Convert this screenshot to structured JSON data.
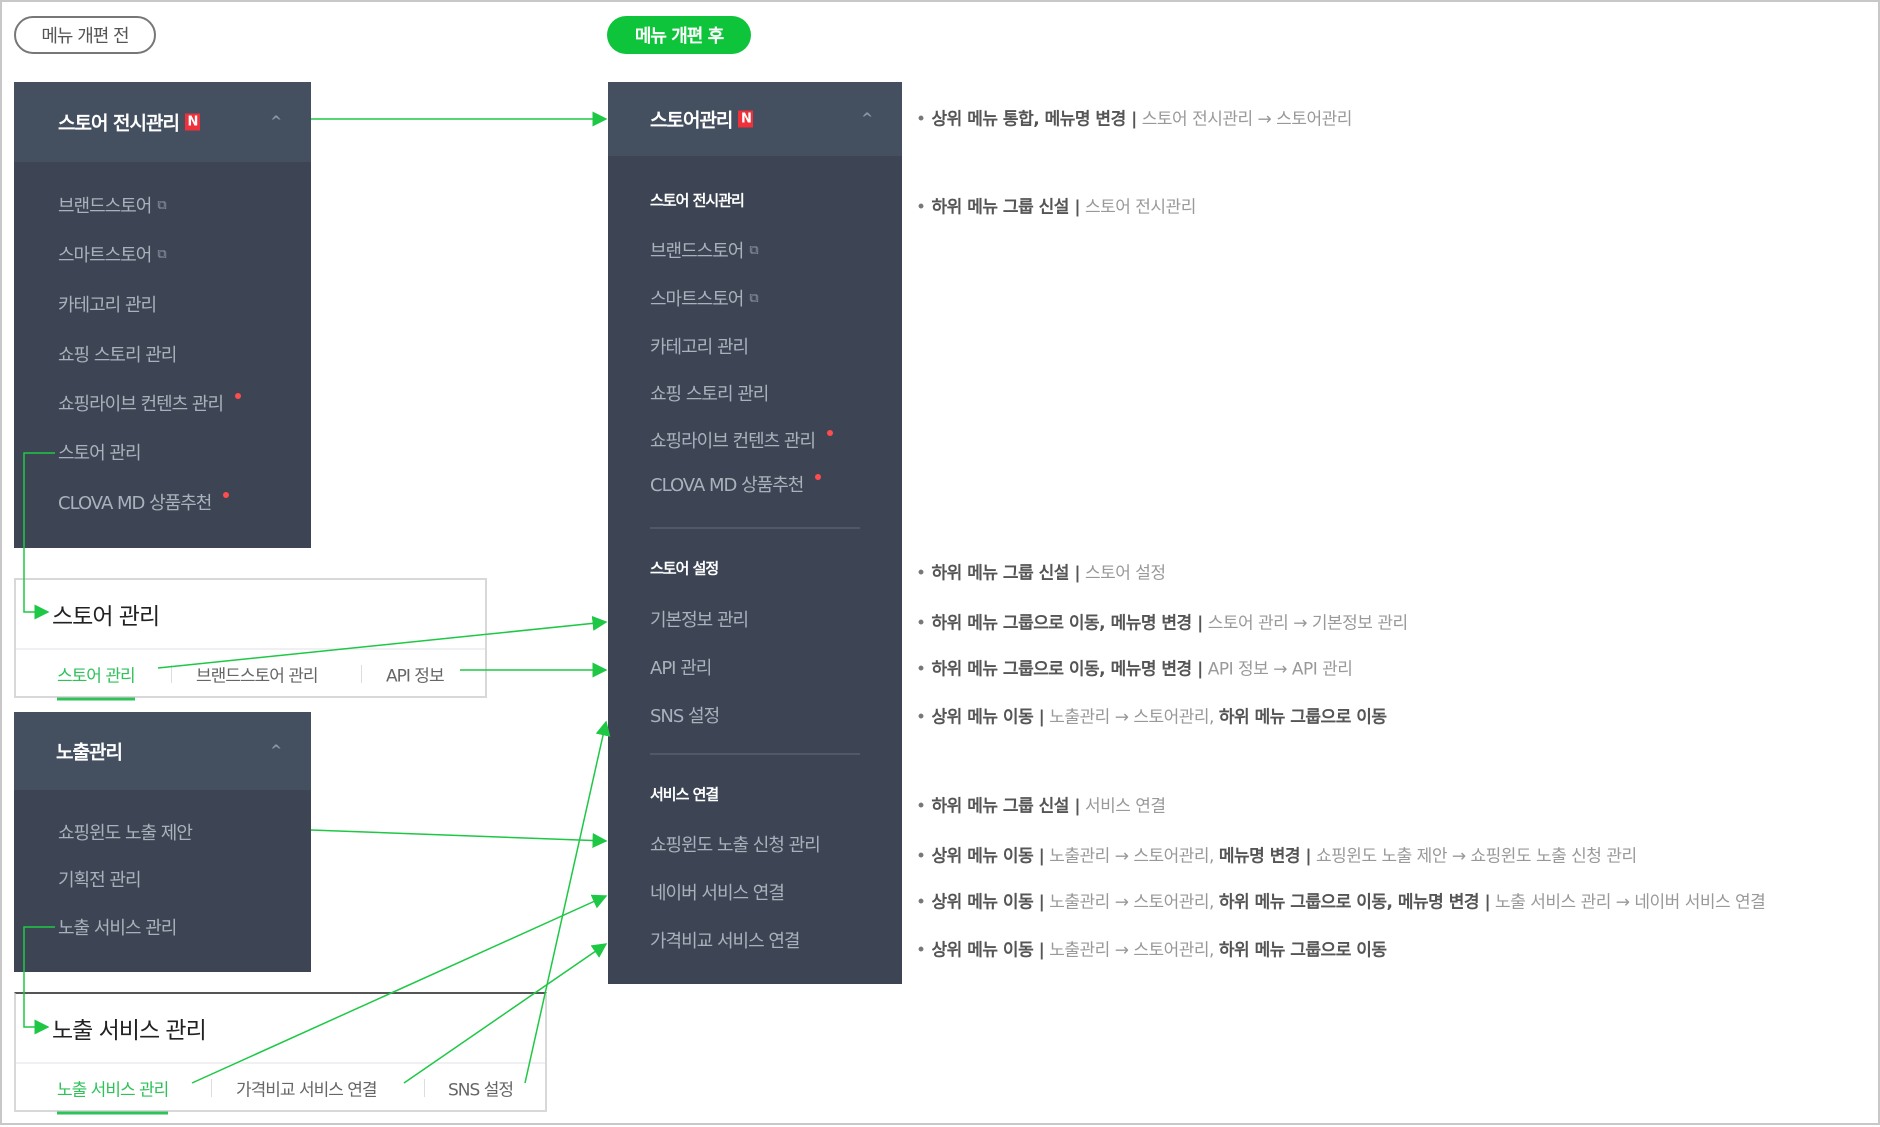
{
  "labels": {
    "before": "메뉴 개편 전",
    "after": "메뉴 개편 후"
  },
  "before": {
    "store_panel": {
      "title": "스토어 전시관리",
      "badge": "N",
      "items": [
        {
          "label": "브랜드스토어",
          "ext": true
        },
        {
          "label": "스마트스토어",
          "ext": true
        },
        {
          "label": "카테고리 관리"
        },
        {
          "label": "쇼핑 스토리 관리"
        },
        {
          "label": "쇼핑라이브 컨텐츠 관리",
          "dot": true
        },
        {
          "label": "스토어 관리"
        },
        {
          "label": "CLOVA MD 상품추천",
          "dot": true
        }
      ]
    },
    "store_box": {
      "title": "스토어 관리",
      "tabs": [
        "스토어 관리",
        "브랜드스토어 관리",
        "API 정보"
      ]
    },
    "exposure_panel": {
      "title": "노출관리",
      "items": [
        {
          "label": "쇼핑윈도 노출 제안"
        },
        {
          "label": "기획전 관리"
        },
        {
          "label": "노출 서비스 관리"
        }
      ]
    },
    "exposure_box": {
      "title": "노출 서비스 관리",
      "tabs": [
        "노출 서비스 관리",
        "가격비교 서비스 연결",
        "SNS 설정"
      ]
    }
  },
  "after": {
    "title": "스토어관리",
    "badge": "N",
    "groups": [
      {
        "title": "스토어 전시관리",
        "items": [
          {
            "label": "브랜드스토어",
            "ext": true
          },
          {
            "label": "스마트스토어",
            "ext": true
          },
          {
            "label": "카테고리 관리"
          },
          {
            "label": "쇼핑 스토리 관리"
          },
          {
            "label": "쇼핑라이브 컨텐츠 관리",
            "dot": true
          },
          {
            "label": "CLOVA MD 상품추천",
            "dot": true
          }
        ]
      },
      {
        "title": "스토어 설정",
        "items": [
          {
            "label": "기본정보 관리"
          },
          {
            "label": "API 관리"
          },
          {
            "label": "SNS 설정"
          }
        ]
      },
      {
        "title": "서비스 연결",
        "items": [
          {
            "label": "쇼핑윈도 노출 신청 관리"
          },
          {
            "label": "네이버 서비스 연결"
          },
          {
            "label": "가격비교 서비스 연결"
          }
        ]
      }
    ]
  },
  "notes": [
    [
      {
        "t": "상위 메뉴 통합, 메뉴명 변경 |",
        "b": true
      },
      {
        "t": " 스토어 전시관리 → 스토어관리"
      }
    ],
    [
      {
        "t": "하위 메뉴 그룹 신설 |",
        "b": true
      },
      {
        "t": " 스토어 전시관리"
      }
    ],
    [
      {
        "t": "하위 메뉴 그룹 신설 |",
        "b": true
      },
      {
        "t": " 스토어 설정"
      }
    ],
    [
      {
        "t": "하위 메뉴 그룹으로 이동, 메뉴명 변경 |",
        "b": true
      },
      {
        "t": " 스토어 관리 → 기본정보 관리"
      }
    ],
    [
      {
        "t": "하위 메뉴 그룹으로 이동, 메뉴명 변경 |",
        "b": true
      },
      {
        "t": " API 정보 → API 관리"
      }
    ],
    [
      {
        "t": "상위 메뉴 이동 |",
        "b": true
      },
      {
        "t": " 노출관리 → 스토어관리, "
      },
      {
        "t": "하위 메뉴 그룹으로 이동",
        "b": true
      }
    ],
    [
      {
        "t": "하위 메뉴 그룹 신설 |",
        "b": true
      },
      {
        "t": " 서비스 연결"
      }
    ],
    [
      {
        "t": "상위 메뉴 이동 |",
        "b": true
      },
      {
        "t": " 노출관리 → 스토어관리, "
      },
      {
        "t": "메뉴명 변경 |",
        "b": true
      },
      {
        "t": " 쇼핑윈도 노출 제안 → 쇼핑윈도 노출 신청 관리"
      }
    ],
    [
      {
        "t": "상위 메뉴 이동 |",
        "b": true
      },
      {
        "t": " 노출관리 → 스토어관리, "
      },
      {
        "t": "하위 메뉴 그룹으로 이동, 메뉴명 변경 |",
        "b": true
      },
      {
        "t": " 노출 서비스 관리 → 네이버 서비스 연결"
      }
    ],
    [
      {
        "t": "상위 메뉴 이동 |",
        "b": true
      },
      {
        "t": " 노출관리 → 스토어관리, "
      },
      {
        "t": "하위 메뉴 그룹으로 이동",
        "b": true
      }
    ]
  ],
  "colors": {
    "accent": "#0ec43a",
    "panel": "#3d4554",
    "panel_header": "#444f60",
    "badge": "#f0303a"
  }
}
